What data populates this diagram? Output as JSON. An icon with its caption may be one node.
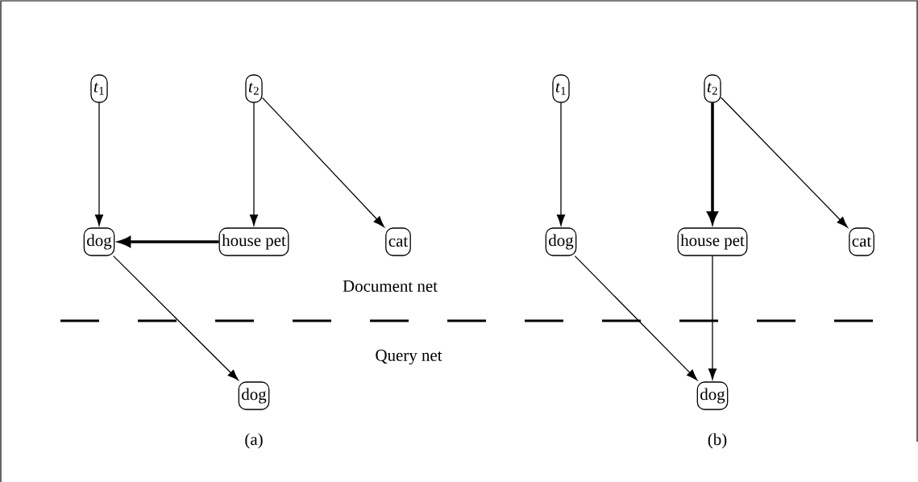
{
  "diagram": {
    "nodes": [
      {
        "text": [
          "*t*$_{1}$"
        ]
      },
      {
        "text": [
          "*t*$_{2}$"
        ]
      },
      {
        "text": [
          "dog"
        ]
      },
      {
        "text": [
          "house pet"
        ]
      },
      {
        "text": [
          "cat"
        ]
      },
      {
        "text": [
          "dog"
        ]
      },
      {
        "text": [
          "*t*$_{1}$"
        ]
      },
      {
        "text": [
          "*t*$_{2}$"
        ]
      },
      {
        "text": [
          "dog"
        ]
      },
      {
        "text": [
          "house pet"
        ]
      },
      {
        "text": [
          "cat"
        ]
      },
      {
        "text": [
          "dog"
        ]
      }
    ],
    "edges": [
      {
        "from": 0,
        "to": 2,
        "arrow": "to"
      },
      {
        "from": 1,
        "to": 3,
        "arrow": "to"
      },
      {
        "from": 1,
        "to": 4,
        "arrow": "to"
      },
      {
        "from": 3,
        "to": 2,
        "arrow": "to",
        "style": "thick"
      },
      {
        "from": 2,
        "to": 5,
        "arrow": "to"
      },
      {
        "from": 6,
        "to": 8,
        "arrow": "to"
      },
      {
        "from": 7,
        "to": 9,
        "arrow": "to",
        "style": "thick"
      },
      {
        "from": 7,
        "to": 10,
        "arrow": "to"
      },
      {
        "from": 8,
        "to": 11,
        "arrow": "to"
      },
      {
        "from": 9,
        "to": 11,
        "arrow": "to"
      }
    ],
    "labels": [
      "Document net",
      "Query net",
      "(a)",
      "(b)"
    ]
  }
}
